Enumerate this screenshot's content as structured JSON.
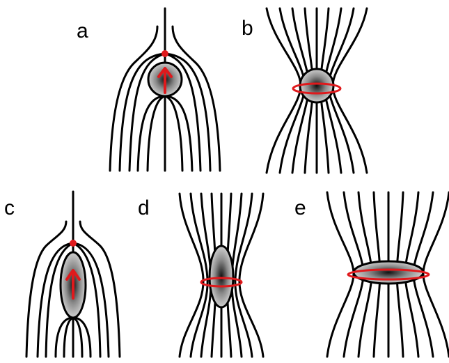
{
  "panels": [
    {
      "id": "a",
      "label": "a"
    },
    {
      "id": "b",
      "label": "b"
    },
    {
      "id": "c",
      "label": "c"
    },
    {
      "id": "d",
      "label": "d"
    },
    {
      "id": "e",
      "label": "e"
    }
  ],
  "colors": {
    "field_line": "#000000",
    "moment_marker": "#e0191c",
    "body_center": "#111111",
    "body_edge": "#cfcfcf"
  }
}
